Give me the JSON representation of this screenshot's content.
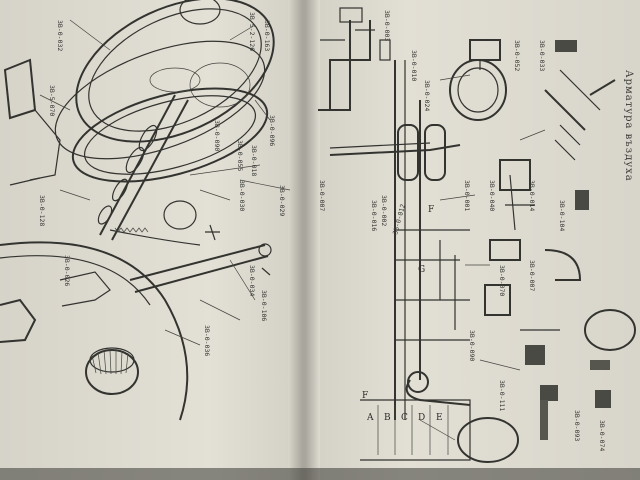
{
  "left_page": {
    "part_labels": [
      "3B-5-2-126",
      "3B-0-163",
      "3B-0-032",
      "3B-5-070",
      "3B-0-096",
      "3B-0-090",
      "3B-0-055",
      "3B-0-018",
      "3B-0-030",
      "3B-0-029",
      "3B-0-128",
      "3B-0-106",
      "3B-0-034",
      "3B-0-026",
      "3B-0-036"
    ]
  },
  "right_page": {
    "part_labels": [
      "3B-0-003",
      "3B-0-010",
      "3B-0-024",
      "3B-0-016",
      "3B-0-002",
      "3B-0-007",
      "3B-0-012",
      "3B-0-001",
      "3B-0-040",
      "3B-0-052",
      "3B-0-033",
      "3B-0-014",
      "3B-0-104",
      "3B-0-070",
      "3B-0-007",
      "3B-0-090",
      "3B-0-111",
      "3B-0-093",
      "3B-0-074"
    ],
    "letters": [
      "F",
      "A",
      "B",
      "C",
      "D",
      "E",
      "G",
      "F"
    ],
    "title": "Арматура въздуха"
  },
  "colors": {
    "paper": "#e3e0d6",
    "paper_shadow": "#b9b6ad",
    "ink": "#33332f",
    "background": "#2b2a26"
  }
}
